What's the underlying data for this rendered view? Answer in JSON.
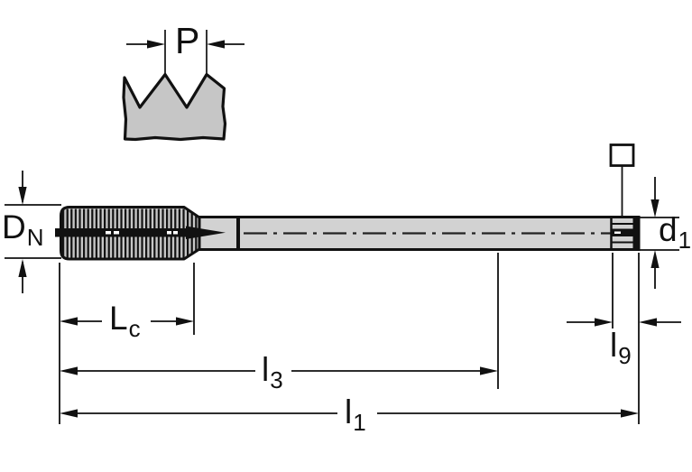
{
  "diagram": {
    "type": "machine-tap technical dimension drawing",
    "labels": {
      "pitch": {
        "main": "P",
        "sub": ""
      },
      "nominal_diameter": {
        "main": "D",
        "sub": "N"
      },
      "shank_diameter": {
        "main": "d",
        "sub": "1"
      },
      "thread_length": {
        "main": "L",
        "sub": "c"
      },
      "length_l3": {
        "main": "l",
        "sub": "3"
      },
      "square_length": {
        "main": "l",
        "sub": "9"
      },
      "overall_length": {
        "main": "l",
        "sub": "1"
      }
    },
    "colors": {
      "line": "#111111",
      "thread_fill": "#c6c6c6",
      "shank_fill": "#d2d2d2",
      "background": "#ffffff"
    }
  }
}
